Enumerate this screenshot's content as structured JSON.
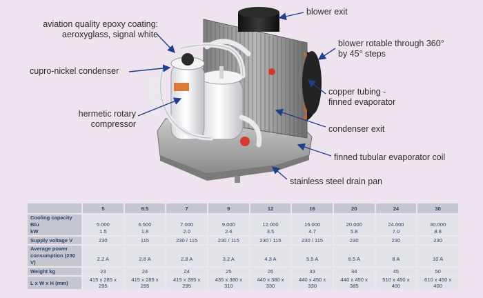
{
  "callouts": {
    "blower_exit": "blower exit",
    "coating_line1": "aviation quality epoxy coating:",
    "coating_line2": "aeroxyglass, signal white",
    "blower_rotable_line1": "blower rotable through 360°",
    "blower_rotable_line2": "by 45° steps",
    "cupro_nickel": "cupro-nickel condenser",
    "copper_tubing_line1": "copper tubing -",
    "copper_tubing_line2": "finned evaporator",
    "compressor_line1": "hermetic rotary",
    "compressor_line2": "compressor",
    "condenser_exit": "condenser exit",
    "evaporator_coil": "finned tubular evaporator coil",
    "drain_pan": "stainless steel drain pan"
  },
  "table": {
    "models": [
      "5",
      "6.5",
      "7",
      "9",
      "12",
      "16",
      "20",
      "24",
      "30"
    ],
    "rows": [
      {
        "labels": [
          "Cooling capacity",
          "Btu",
          "kW"
        ],
        "values": [
          [
            "5.000",
            "1.5"
          ],
          [
            "6.500",
            "1.8"
          ],
          [
            "7.000",
            "2.0"
          ],
          [
            "9.000",
            "2.6"
          ],
          [
            "12.000",
            "3.5"
          ],
          [
            "16.000",
            "4.7"
          ],
          [
            "20.000",
            "5.8"
          ],
          [
            "24.000",
            "7.0"
          ],
          [
            "30.000",
            "8.8"
          ]
        ]
      },
      {
        "labels": [
          "Supply voltage V"
        ],
        "values": [
          [
            "230"
          ],
          [
            "115"
          ],
          [
            "230 / 115"
          ],
          [
            "230 / 115"
          ],
          [
            "230 / 115"
          ],
          [
            "230 / 115"
          ],
          [
            "230"
          ],
          [
            "230"
          ],
          [
            "230"
          ]
        ]
      },
      {
        "labels": [
          "Average power",
          "consumption (230 V)"
        ],
        "values": [
          [
            "2.2 A"
          ],
          [
            "2.8 A"
          ],
          [
            "2.8 A"
          ],
          [
            "3.2 A"
          ],
          [
            "4.3 A"
          ],
          [
            "5.5 A"
          ],
          [
            "6.5 A"
          ],
          [
            "8 A"
          ],
          [
            "10 A"
          ]
        ]
      },
      {
        "labels": [
          "Weight kg"
        ],
        "values": [
          [
            "23"
          ],
          [
            "24"
          ],
          [
            "24"
          ],
          [
            "25"
          ],
          [
            "26"
          ],
          [
            "33"
          ],
          [
            "34"
          ],
          [
            "45"
          ],
          [
            "50"
          ]
        ]
      },
      {
        "labels": [
          "L x W x H (mm)"
        ],
        "values": [
          [
            "415 x 285 x 295"
          ],
          [
            "415 x 285 x 295"
          ],
          [
            "415 x 285 x 295"
          ],
          [
            "435 x 380 x 310"
          ],
          [
            "440 x 380 x 330"
          ],
          [
            "440 x 450 x 330"
          ],
          [
            "440 x 450 x 385"
          ],
          [
            "510 x 450 x 400"
          ],
          [
            "610 x 450 x 400"
          ]
        ]
      }
    ]
  },
  "colors": {
    "background": "#efe3ef",
    "table_header": "#c4c7cf",
    "table_cell": "#e2e3e8",
    "table_text": "#2f3f6a",
    "arrow": "#1f3f8a"
  }
}
